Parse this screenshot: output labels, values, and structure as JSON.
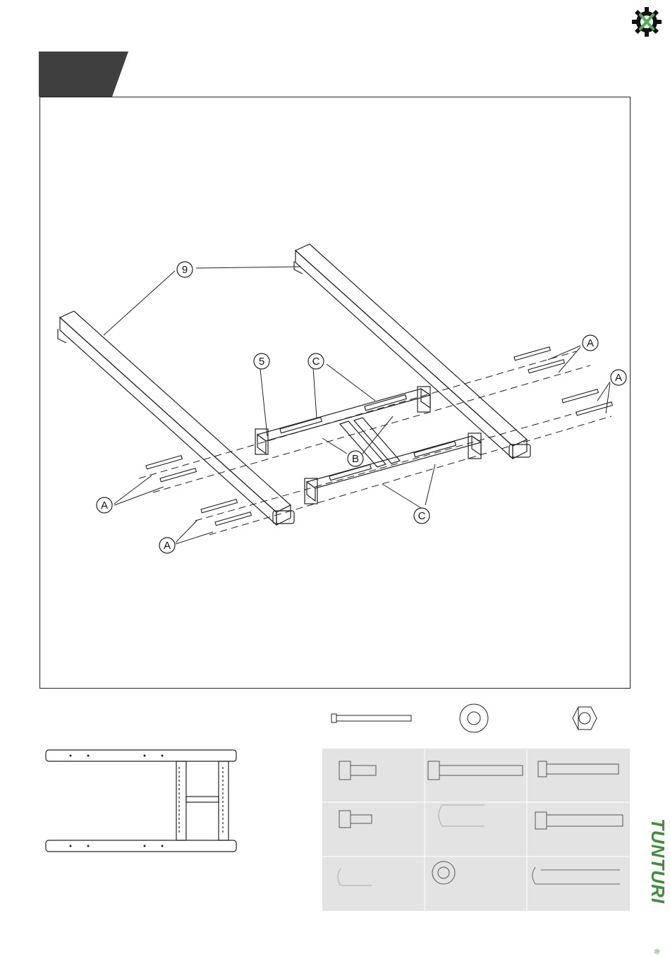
{
  "callouts": {
    "part9": "9",
    "part5": "5",
    "c_top": "C",
    "c_bottom": "C",
    "b": "B",
    "a_right_top": "A",
    "a_right_mid": "A",
    "a_left_top": "A",
    "a_left_bottom": "A"
  },
  "brand": {
    "name": "TUNTURI",
    "reg": "®",
    "color": "#3d8f3a"
  },
  "colors": {
    "tab": "#3f3f3f",
    "grid_bg": "#e3e3e3",
    "gear_accent": "#4caf50"
  },
  "icons": [
    "gear-wrench-icon"
  ]
}
